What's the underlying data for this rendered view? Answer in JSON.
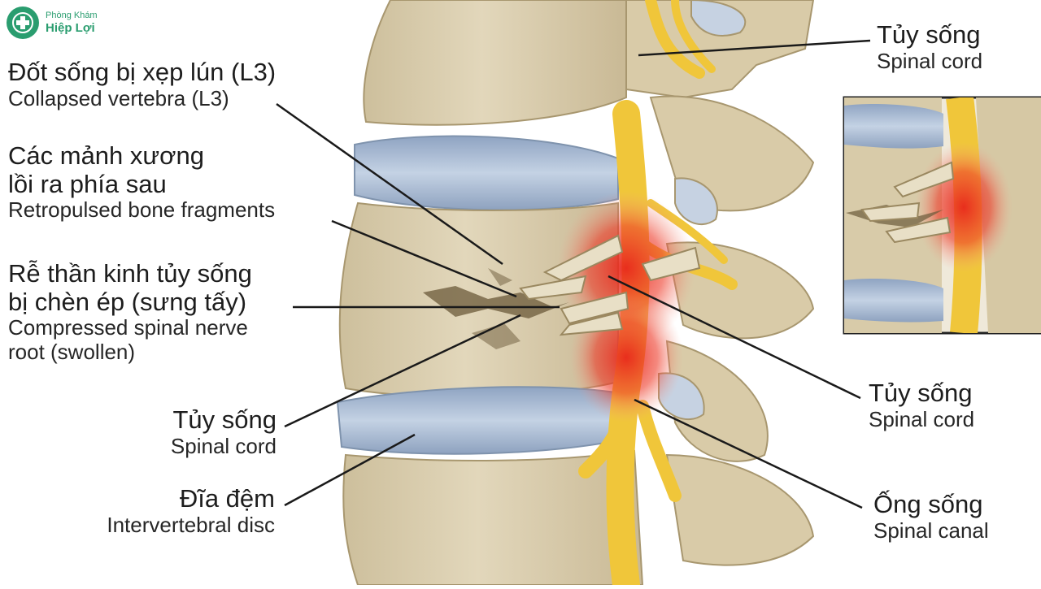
{
  "brand": {
    "name_small": "Phòng Khám",
    "name_big": "Hiệp Lợi",
    "color": "#2a9d6f",
    "logo_icon": "medical-cross-icon"
  },
  "labels": {
    "collapsed": {
      "vi": "Đốt sống bị xẹp lún (L3)",
      "en": "Collapsed vertebra (L3)"
    },
    "fragments": {
      "vi1": "Các mảnh xương",
      "vi2": "lồi ra phía sau",
      "en": "Retropulsed bone fragments"
    },
    "nerve": {
      "vi1": "Rễ thần kinh tủy sống",
      "vi2": "bị chèn ép (sưng tấy)",
      "en1": "Compressed spinal nerve",
      "en2": "root (swollen)"
    },
    "cord_left": {
      "vi": "Tủy sống",
      "en": "Spinal cord"
    },
    "disc": {
      "vi": "Đĩa đệm",
      "en": "Intervertebral disc"
    },
    "cord_top_right": {
      "vi": "Tủy sống",
      "en": "Spinal cord"
    },
    "cord_mid_right": {
      "vi": "Tủy sống",
      "en": "Spinal cord"
    },
    "canal": {
      "vi": "Ống sống",
      "en": "Spinal canal"
    }
  },
  "colors": {
    "bone": "#dccfae",
    "disc": "#a9bcd4",
    "nerve": "#f0c63a",
    "inflammation": "#e8261b"
  }
}
